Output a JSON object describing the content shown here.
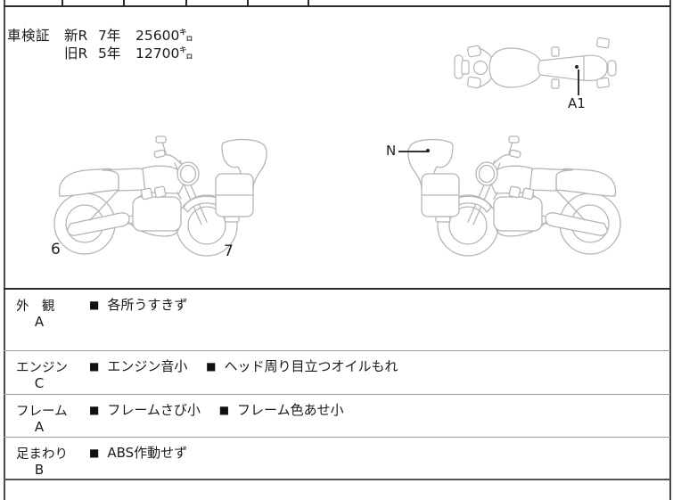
{
  "colors": {
    "table_line_dark": "#2b2b2b",
    "table_line_gray": "#9a9a9a",
    "sketch_line": "#b5b5b5",
    "text": "#1a1a1a"
  },
  "registration": {
    "label": "車検証",
    "rows": [
      {
        "reg": "新R",
        "year": "7年",
        "distance": "25600㌔"
      },
      {
        "reg": "旧R",
        "year": "5年",
        "distance": "12700㌔"
      }
    ]
  },
  "diagram": {
    "labels": {
      "side_left_num": "6",
      "side_right_num": "7",
      "n_label": "N",
      "a1_label": "A1"
    }
  },
  "bullet": "■",
  "inspection": {
    "rows": [
      {
        "category": "外　観",
        "grade": "A",
        "comments": [
          "各所うすきず"
        ]
      },
      {
        "category": "エンジン",
        "grade": "C",
        "comments": [
          "エンジン音小",
          "ヘッド周り目立つオイルもれ"
        ]
      },
      {
        "category": "フレーム",
        "grade": "A",
        "comments": [
          "フレームさび小",
          "フレーム色あせ小"
        ]
      },
      {
        "category": "足まわり",
        "grade": "B",
        "comments": [
          "ABS作動せず"
        ]
      }
    ]
  }
}
